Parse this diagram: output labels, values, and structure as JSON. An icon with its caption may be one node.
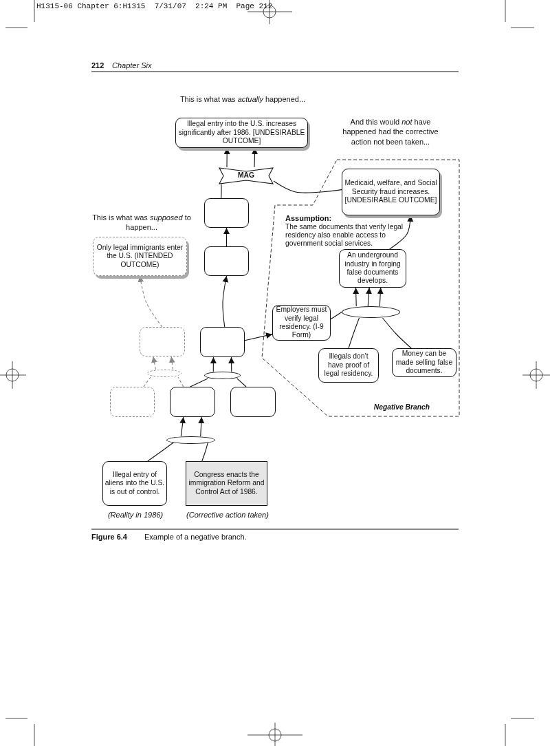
{
  "diagram": {
    "caption": "**Figure 6.4** Example of a negative branch.",
    "nodes": [
      {
        "text": [
          "Illegal entry into the U.S. increases significantly after 1986. [UNDESIRABLE OUTCOME]"
        ],
        "beside": [
          "This is what was *actually* happened..."
        ]
      },
      {
        "text": [
          "MAG"
        ]
      },
      {
        "text": [],
        "shape": "box"
      },
      {
        "text": [],
        "shape": "box"
      },
      {
        "text": [
          "Only legal immigrants enter the U.S. (INTENDED OUTCOME)"
        ],
        "beside": [
          "This is what was *supposed* to happen..."
        ]
      },
      {
        "text": [
          "Negative Branch"
        ]
      },
      {
        "text": [
          "Medicaid, welfare, and Social Security fraud increases. [UNDESIRABLE OUTCOME]"
        ],
        "in": 5,
        "beside": [
          "And this would *not* have happened had the corrective action not been taken..."
        ]
      },
      {
        "text": [
          "An underground industry in forging false documents develops."
        ],
        "in": 5
      },
      {
        "text": [],
        "shape": "ellipse",
        "in": 5
      },
      {
        "text": [
          "Employers must verify legal residency. (I-9 Form)"
        ],
        "in": 5
      },
      {
        "text": [
          "Illegals don’t have proof of legal residency."
        ],
        "in": 5
      },
      {
        "text": [
          "Money can be made selling false documents."
        ],
        "in": 5
      },
      {
        "text": [],
        "shape": "box"
      },
      {
        "text": [],
        "shape": "ellipse"
      },
      {
        "text": [],
        "shape": "box"
      },
      {
        "text": [],
        "shape": "ellipse"
      },
      {
        "text": [],
        "shape": "box"
      },
      {
        "text": [],
        "shape": "box"
      },
      {
        "text": [],
        "shape": "box"
      },
      {
        "text": [],
        "shape": "ellipse"
      },
      {
        "text": [
          "Illegal entry of aliens into the U.S. is out of control."
        ],
        "beside": [
          "(Reality in 1986)"
        ]
      },
      {
        "text": [
          "Congress enacts the immigration Reform and Control Act of 1986."
        ],
        "beside": [
          "(Corrective action taken)"
        ]
      }
    ],
    "edges": [
      {
        "from": 1,
        "to": 0,
        "arrow": "to"
      },
      {
        "from": 1,
        "to": 0,
        "arrow": "to"
      },
      {
        "from": 2,
        "to": 1,
        "arrow": "none"
      },
      {
        "from": 6,
        "to": 1,
        "arrow": "none"
      },
      {
        "from": 3,
        "to": 2,
        "arrow": "to"
      },
      {
        "from": 14,
        "to": 3,
        "arrow": "to"
      },
      {
        "from": 14,
        "to": 9,
        "arrow": "to"
      },
      {
        "from": 15,
        "to": 14,
        "arrow": "to"
      },
      {
        "from": 15,
        "to": 14,
        "arrow": "to"
      },
      {
        "from": 17,
        "to": 15,
        "arrow": "none"
      },
      {
        "from": 18,
        "to": 15,
        "arrow": "none"
      },
      {
        "from": 19,
        "to": 17,
        "arrow": "to"
      },
      {
        "from": 19,
        "to": 17,
        "arrow": "to"
      },
      {
        "from": 20,
        "to": 19,
        "arrow": "none"
      },
      {
        "from": 21,
        "to": 19,
        "arrow": "none"
      },
      {
        "from": 12,
        "to": 4,
        "arrow": "to",
        "style": "dashed",
        "color": "#888888"
      },
      {
        "from": 13,
        "to": 12,
        "arrow": "to",
        "style": "dashed",
        "color": "#888888"
      },
      {
        "from": 13,
        "to": 12,
        "arrow": "to",
        "style": "dashed",
        "color": "#888888"
      },
      {
        "from": 16,
        "to": 13,
        "arrow": "none",
        "style": "dashed",
        "color": "#888888"
      },
      {
        "from": 17,
        "to": 13,
        "arrow": "none",
        "style": "dashed",
        "color": "#888888"
      },
      {
        "from": 8,
        "to": 7,
        "arrow": "to"
      },
      {
        "from": 8,
        "to": 7,
        "arrow": "to"
      },
      {
        "from": 8,
        "to": 7,
        "arrow": "to"
      },
      {
        "from": 9,
        "to": 8,
        "arrow": "none"
      },
      {
        "from": 10,
        "to": 8,
        "arrow": "none"
      },
      {
        "from": 11,
        "to": 8,
        "arrow": "none"
      },
      {
        "from": 7,
        "to": 6,
        "arrow": "to"
      }
    ],
    "labels": [
      "H1315-06 Chapter 6:H1315  7/31/07  2:24 PM  Page 212",
      "212",
      "Chapter Six",
      "Assumption:",
      "The same documents that verify legal residency also enable access to government social services."
    ]
  }
}
